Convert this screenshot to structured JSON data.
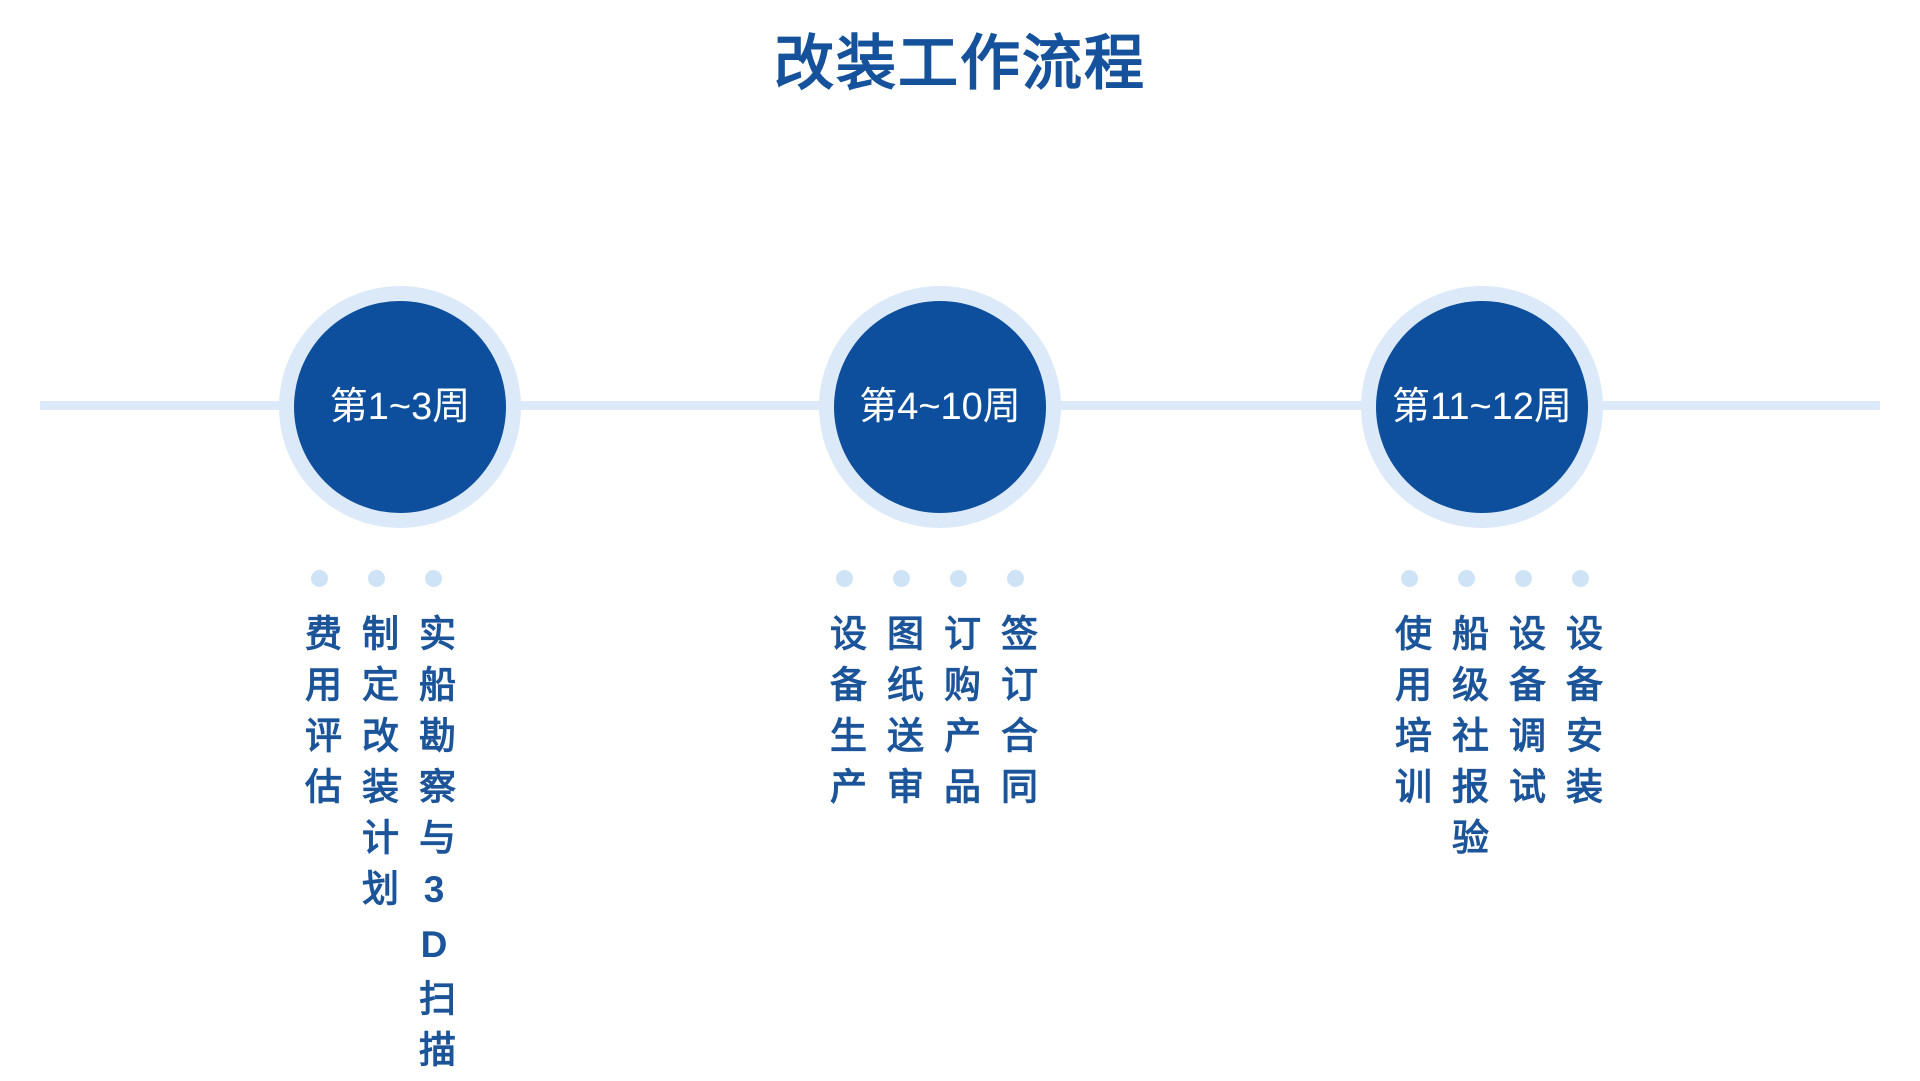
{
  "page": {
    "title": "改装工作流程",
    "background_color": "#ffffff"
  },
  "theme": {
    "primary_blue": "#0d4f9c",
    "title_blue": "#15529b",
    "text_blue": "#1b5499",
    "light_blue_ring": "#dce9f8",
    "dot_blue": "#cfe3f7",
    "axis_blue": "#dce9f8"
  },
  "timeline": {
    "axis_visible": true,
    "milestones": [
      {
        "label": "第1~3周"
      },
      {
        "label": "第4~10周"
      },
      {
        "label": "第11~12周"
      }
    ],
    "groups": [
      {
        "milestone": "第1~3周",
        "tasks": [
          "实船勘察与3D扫描",
          "制定改装计划",
          "费用评估"
        ]
      },
      {
        "milestone": "第4~10周",
        "tasks": [
          "签订合同",
          "订购产品",
          "图纸送审",
          "设备生产"
        ]
      },
      {
        "milestone": "第11~12周",
        "tasks": [
          "设备安装",
          "设备调试",
          "船级社报验",
          "使用培训"
        ]
      }
    ]
  }
}
